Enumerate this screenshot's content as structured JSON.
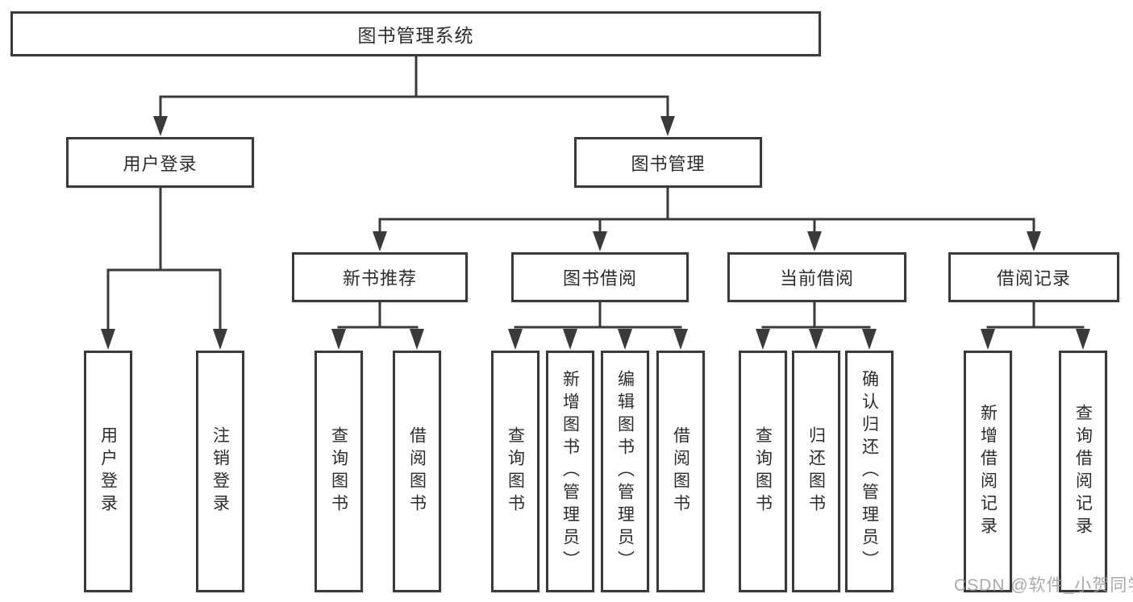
{
  "diagram": {
    "type": "org-tree",
    "watermark": "CSDN @软件_小贺同学",
    "colors": {
      "line": "#3a3a3a",
      "text": "#2d2d2d",
      "background": "#ffffff",
      "watermark": "#9b9b9b"
    },
    "tree": {
      "label": "图书管理系统",
      "children": [
        {
          "label": "用户登录",
          "children": [
            {
              "label": "用户登录"
            },
            {
              "label": "注销登录"
            }
          ]
        },
        {
          "label": "图书管理",
          "children": [
            {
              "label": "新书推荐",
              "children": [
                {
                  "label": "查询图书"
                },
                {
                  "label": "借阅图书"
                }
              ]
            },
            {
              "label": "图书借阅",
              "children": [
                {
                  "label": "查询图书"
                },
                {
                  "label": "新增图书（管理员）"
                },
                {
                  "label": "编辑图书（管理员）"
                },
                {
                  "label": "借阅图书"
                }
              ]
            },
            {
              "label": "当前借阅",
              "children": [
                {
                  "label": "查询图书"
                },
                {
                  "label": "归还图书"
                },
                {
                  "label": "确认归还（管理员）"
                }
              ]
            },
            {
              "label": "借阅记录",
              "children": [
                {
                  "label": "新增借阅记录"
                },
                {
                  "label": "查询借阅记录"
                }
              ]
            }
          ]
        }
      ]
    }
  }
}
